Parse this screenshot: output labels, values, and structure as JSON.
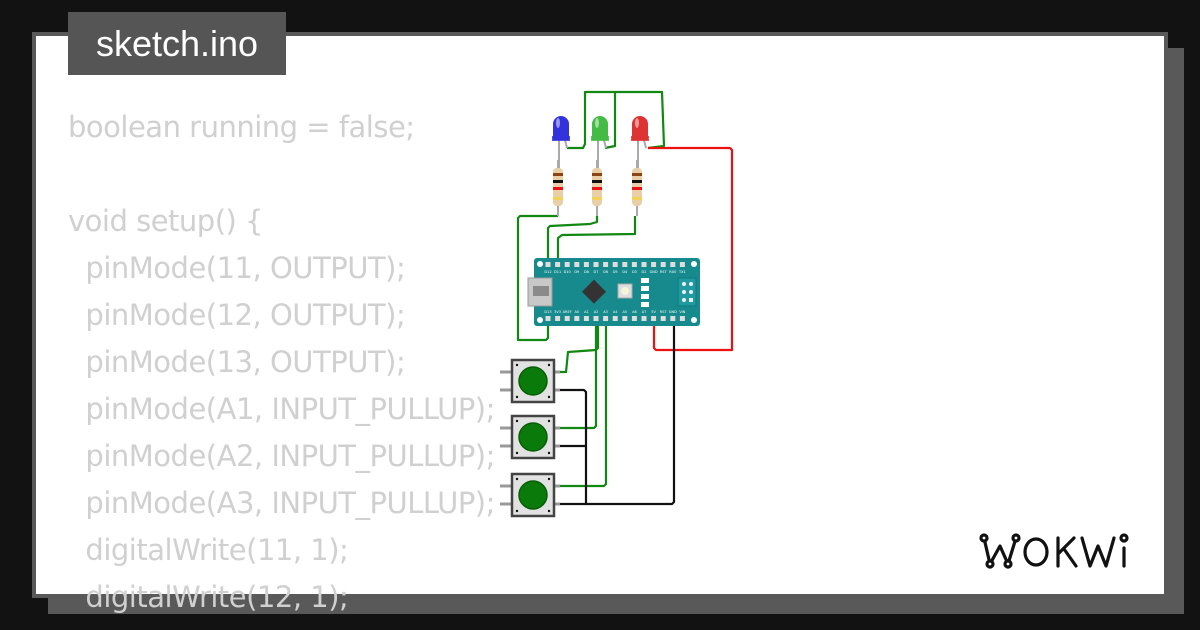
{
  "file_tab": {
    "title": "sketch.ino"
  },
  "code_lines": [
    "boolean running = false;",
    "",
    "void setup() {",
    "  pinMode(11, OUTPUT);",
    "  pinMode(12, OUTPUT);",
    "  pinMode(13, OUTPUT);",
    "  pinMode(A1, INPUT_PULLUP);",
    "  pinMode(A2, INPUT_PULLUP);",
    "  pinMode(A3, INPUT_PULLUP);",
    "  digitalWrite(11, 1);",
    "  digitalWrite(12, 1);"
  ],
  "circuit": {
    "leds": [
      {
        "name": "blue-led",
        "color": "#3333dd"
      },
      {
        "name": "green-led",
        "color": "#44bb44"
      },
      {
        "name": "red-led",
        "color": "#dd3333"
      }
    ],
    "resistors": 3,
    "buttons": 3,
    "board": {
      "name": "Arduino Nano",
      "top_pins": [
        "D12",
        "D11",
        "D10",
        "D9",
        "D8",
        "D7",
        "D6",
        "D5",
        "D4",
        "D3",
        "D2",
        "GND",
        "RST",
        "RX0",
        "TX1"
      ],
      "bottom_pins": [
        "D13",
        "3V3",
        "AREF",
        "A0",
        "A1",
        "A2",
        "A3",
        "A4",
        "A5",
        "A6",
        "A7",
        "5V",
        "RST",
        "GND",
        "VIN"
      ]
    },
    "wire_colors": {
      "signal": "#118811",
      "power": "#ee1111",
      "ground": "#111111"
    }
  },
  "brand": {
    "logo_text": "WOKWi"
  },
  "colors": {
    "background": "#121212",
    "frame": "#595959",
    "card": "#ffffff",
    "code_text": "#d0d0d0"
  }
}
